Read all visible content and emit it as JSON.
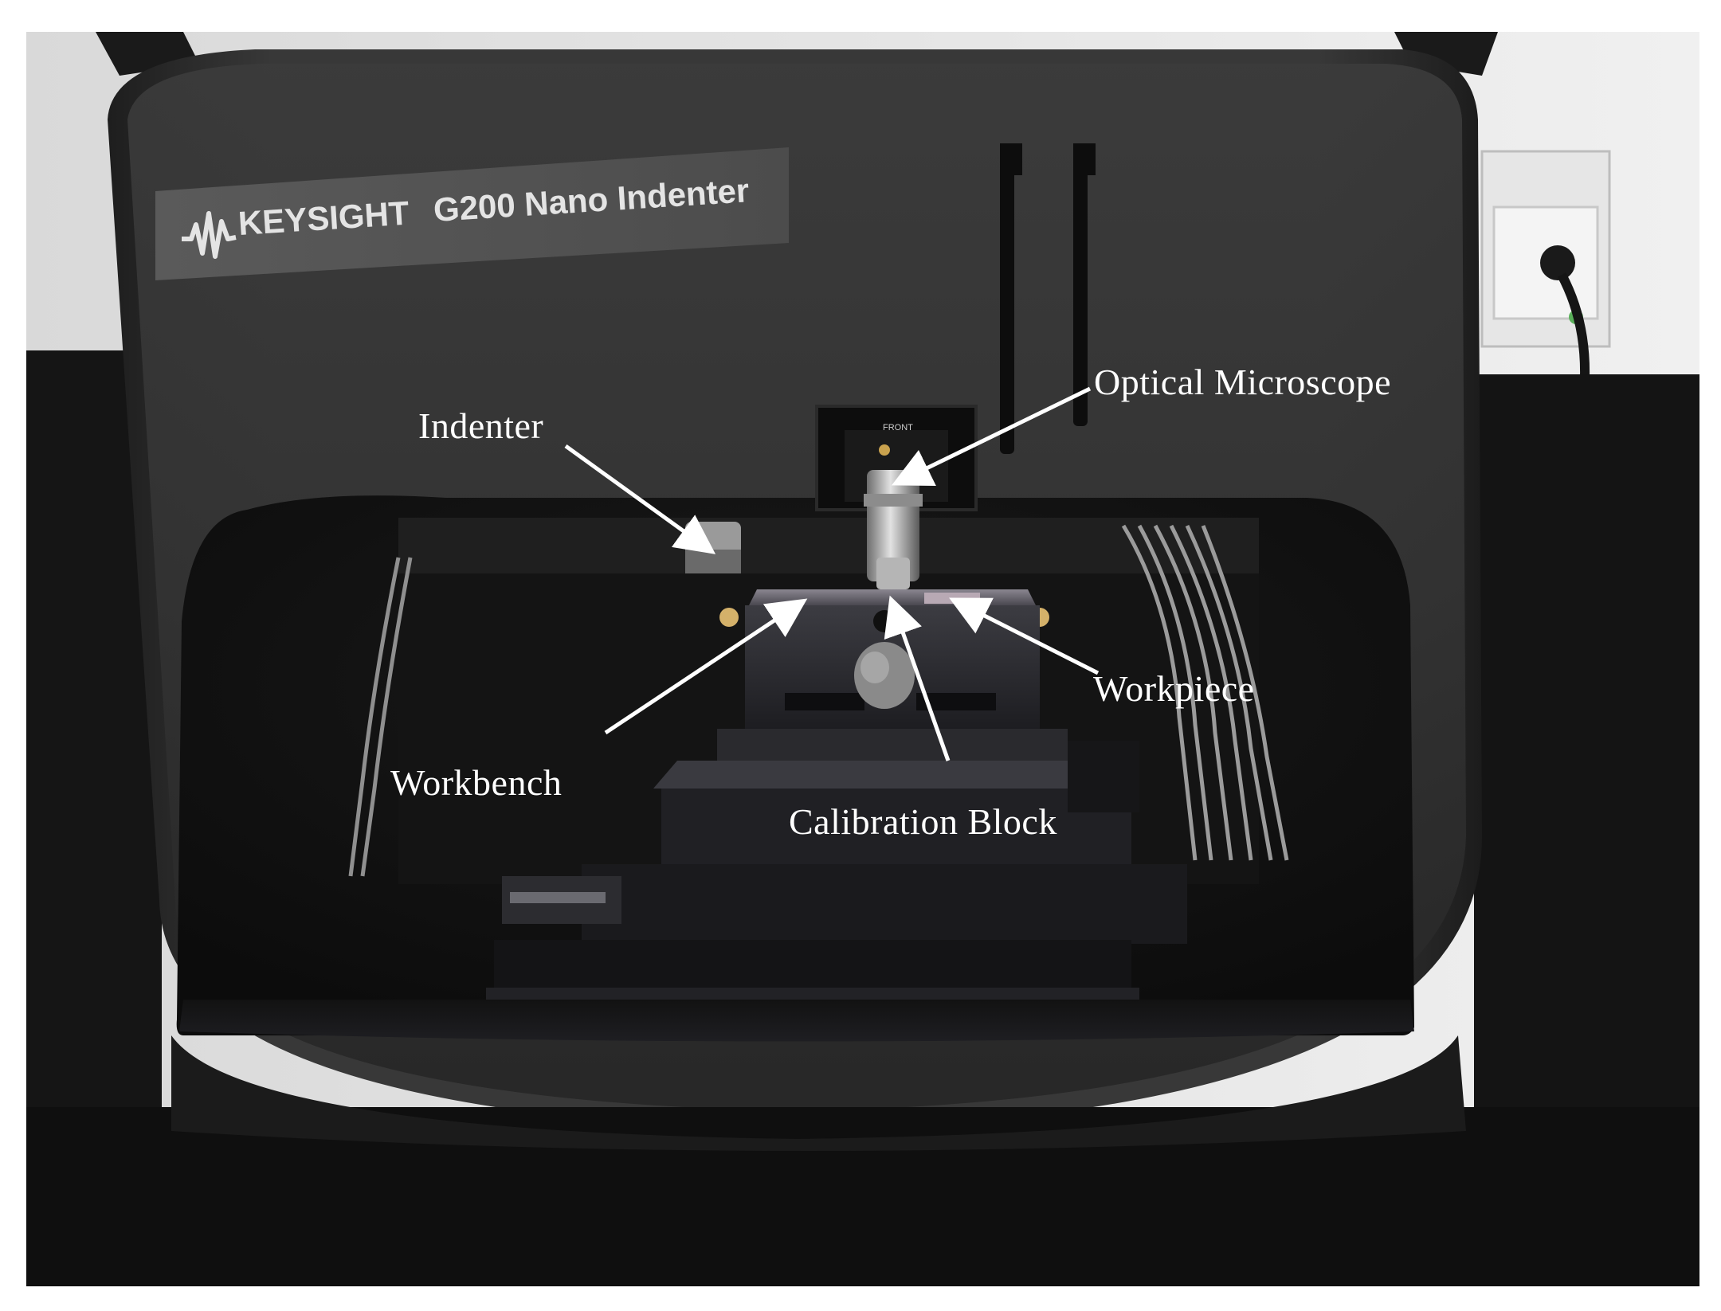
{
  "instrument": {
    "brand_label": "KEYSIGHT",
    "model_label": "G200 Nano Indenter",
    "head_marking": "FRONT"
  },
  "annotations": {
    "optical_microscope": "Optical Microscope",
    "indenter": "Indenter",
    "workpiece": "Workpiece",
    "workbench": "Workbench",
    "calibration_block": "Calibration Block"
  },
  "colors": {
    "annotation_text": "#ffffff",
    "annotation_arrow": "#ffffff",
    "housing": "#2f2f2f",
    "frame_background": "#ffffff"
  }
}
